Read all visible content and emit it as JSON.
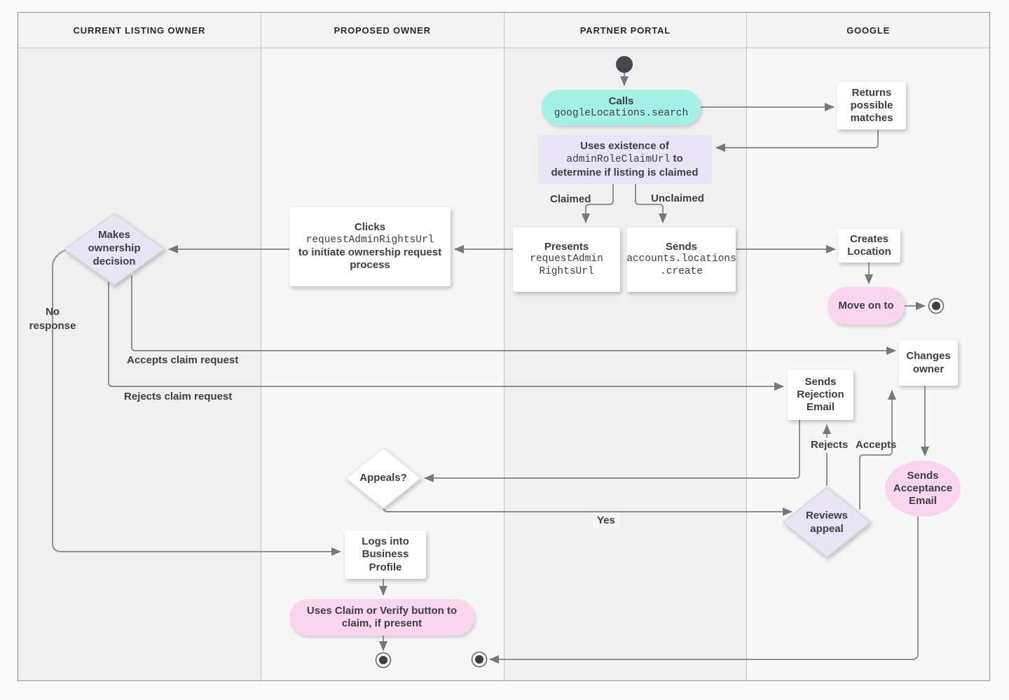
{
  "lanes": [
    {
      "label": "CURRENT LISTING OWNER"
    },
    {
      "label": "PROPOSED OWNER"
    },
    {
      "label": "PARTNER PORTAL"
    },
    {
      "label": "GOOGLE"
    }
  ],
  "nodes": {
    "calls": {
      "title": "Calls",
      "code": "googleLocations.search"
    },
    "returns_matches": {
      "text": "Returns possible matches"
    },
    "uses_existence": {
      "line1": "Uses existence of",
      "code": "adminRoleClaimUrl",
      "line2_rest": " to",
      "line3": "determine if listing is claimed"
    },
    "presents": {
      "title": "Presents",
      "code1": "requestAdmin",
      "code2": "RightsUrl"
    },
    "sends_create": {
      "title": "Sends",
      "code1": "accounts.locations",
      "code2": ".create"
    },
    "clicks": {
      "title": "Clicks",
      "code": "requestAdminRightsUrl",
      "rest": "to initiate ownership request process"
    },
    "makes_decision": {
      "text": "Makes ownership decision"
    },
    "creates_location": {
      "text": "Creates Location"
    },
    "move_on": {
      "text": "Move on to"
    },
    "changes_owner": {
      "text": "Changes owner"
    },
    "sends_rejection": {
      "text": "Sends Rejection Email"
    },
    "appeals": {
      "text": "Appeals?"
    },
    "reviews_appeal": {
      "text": "Reviews appeal"
    },
    "sends_acceptance": {
      "text": "Sends Acceptance Email"
    },
    "logs_into": {
      "text": "Logs into Business Profile"
    },
    "uses_claim": {
      "text": "Uses Claim or Verify button to claim, if present"
    }
  },
  "edge_labels": {
    "claimed": "Claimed",
    "unclaimed": "Unclaimed",
    "no_response": "No response",
    "accepts_claim": "Accepts claim request",
    "rejects_claim": "Rejects claim request",
    "rejects": "Rejects",
    "accepts": "Accepts",
    "yes": "Yes"
  },
  "colors": {
    "cyan_node": "#a6f1e7",
    "lavender_node": "#e9e3f6",
    "pink_node": "#fad5f0",
    "white_node": "#ffffff",
    "wire": "#8d9196"
  }
}
